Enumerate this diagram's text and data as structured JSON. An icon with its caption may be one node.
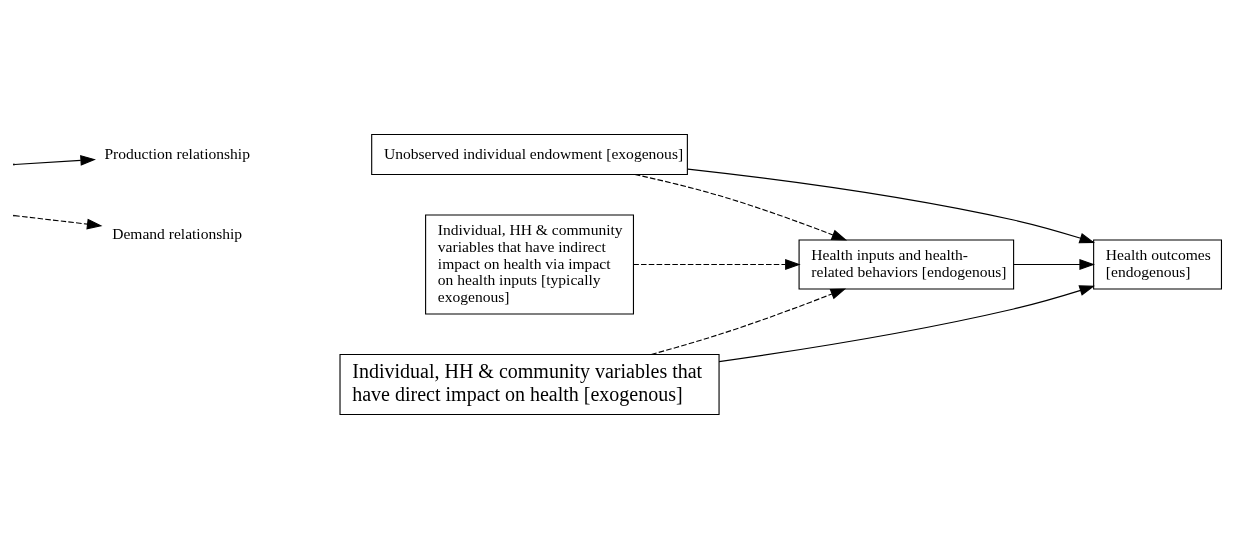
{
  "diagram": {
    "nodes": [
      {
        "text": [
          "Unobserved individual endowment [exogenous]"
        ]
      },
      {
        "text": [
          "Individual, HH & community variables that have indirect impact on health via impact on health inputs [typically exogenous]"
        ]
      },
      {
        "text": [
          "Health inputs and health-related behaviors [endogenous]"
        ]
      },
      {
        "text": [
          "Health outcomes [endogenous]"
        ]
      },
      {
        "text": [
          "Individual, HH & community variables that have direct impact on health [exogenous]"
        ]
      }
    ],
    "edges": [
      {
        "from": 0,
        "to": 2,
        "arrow": "to",
        "style": "dashed"
      },
      {
        "from": 0,
        "to": 3,
        "arrow": "to"
      },
      {
        "from": 1,
        "to": 2,
        "arrow": "to",
        "style": "dashed"
      },
      {
        "from": 2,
        "to": 3,
        "arrow": "to"
      },
      {
        "from": 4,
        "to": 2,
        "arrow": "to",
        "style": "dashed"
      },
      {
        "from": 4,
        "to": 3,
        "arrow": "to"
      }
    ],
    "legend": [
      {
        "text": "Production relationship"
      },
      {
        "text": "Demand relationship"
      }
    ]
  }
}
